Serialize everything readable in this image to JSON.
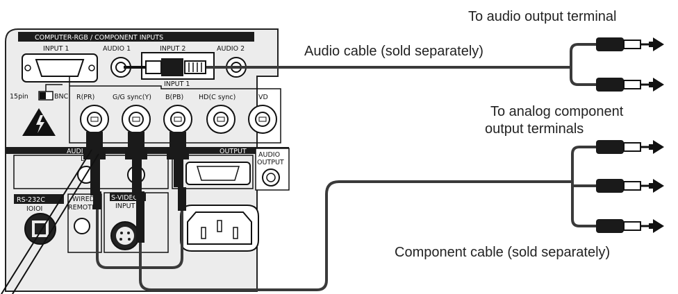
{
  "labels": {
    "audio_output_terminal": "To audio output terminal",
    "audio_cable": "Audio cable (sold separately)",
    "analog_component_1": "To analog component",
    "analog_component_2": "output terminals",
    "component_cable": "Component cable (sold separately)"
  },
  "panel": {
    "header": "COMPUTER-RGB / COMPONENT INPUTS",
    "input1": "INPUT 1",
    "audio1": "AUDIO 1",
    "input2": "INPUT 2",
    "audio2": "AUDIO 2",
    "input1_row": "INPUT 1",
    "switch_15pin": "15pin",
    "switch_bnc": "BNC",
    "bnc_r": "R(PR)",
    "bnc_g": "G/G sync(Y)",
    "bnc_b": "B(PB)",
    "bnc_hd": "HD(C sync)",
    "bnc_vd": "VD",
    "audio_in": "AUDIO",
    "audio_l": "L",
    "output": "OUTPUT",
    "audio_output_1": "AUDIO",
    "audio_output_2": "OUTPUT",
    "rs232c": "RS-232C",
    "rs232c_sym": "IOIOI",
    "wired_1": "WIRED",
    "wired_2": "REMOTE",
    "svideo_1": "S-VIDEO",
    "svideo_2": "INPUT"
  },
  "colors": {
    "panel": "#ececec",
    "cable": "#3a3a3a",
    "plug": "#1a1a1a",
    "header_bar": "#1c1c1c"
  }
}
